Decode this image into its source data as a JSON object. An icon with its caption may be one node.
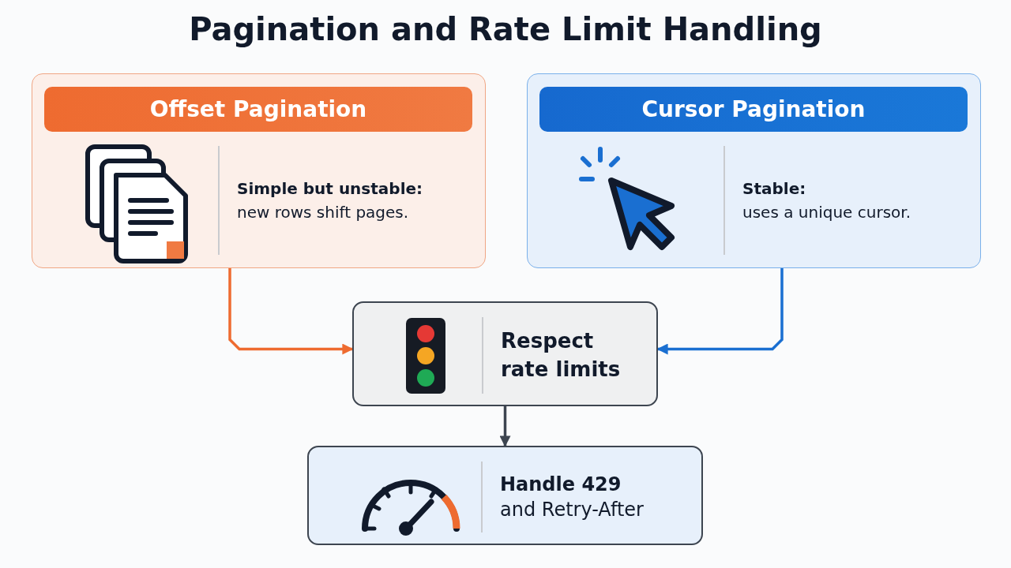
{
  "diagram": {
    "title": "Pagination and Rate Limit Handling",
    "nodes": [
      {
        "text": [
          "Offset Pagination",
          "Simple but unstable:",
          "new rows shift pages."
        ]
      },
      {
        "text": [
          "Cursor Pagination",
          "Stable:",
          "uses a unique cursor."
        ]
      },
      {
        "text": [
          "Respect rate limits"
        ]
      },
      {
        "text": [
          "Handle 429",
          "and Retry-After"
        ]
      }
    ],
    "edges": [
      {
        "from": 0,
        "to": 2,
        "arrow": "to",
        "color": "#ee6b30"
      },
      {
        "from": 1,
        "to": 2,
        "arrow": "to",
        "color": "#1a6fd1"
      },
      {
        "from": 2,
        "to": 3,
        "arrow": "to",
        "color": "#3d4550"
      }
    ]
  }
}
